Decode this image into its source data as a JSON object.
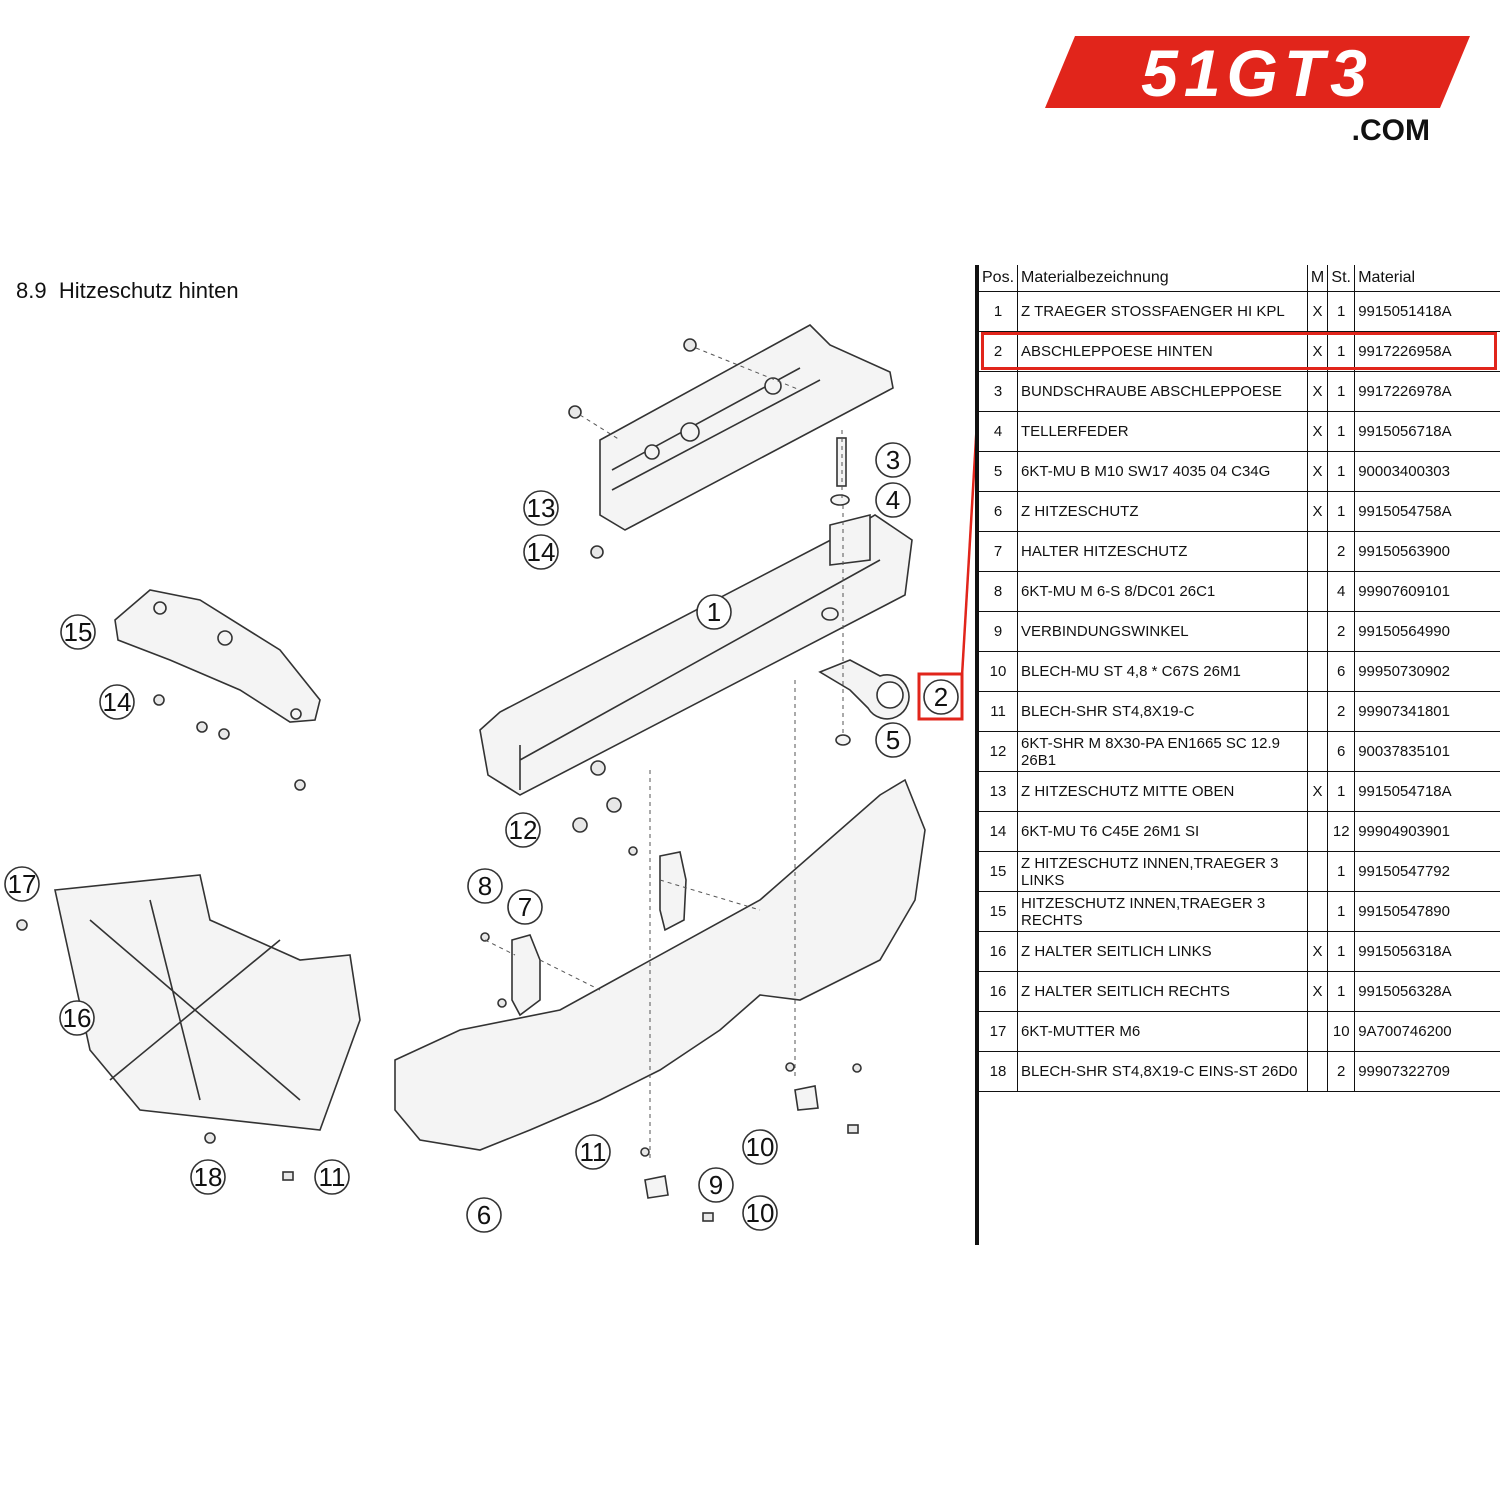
{
  "logo": {
    "text": "51GT3",
    "suffix": ".COM",
    "color": "#e1251b"
  },
  "section": {
    "number": "8.9",
    "title": "Hitzeschutz hinten"
  },
  "table": {
    "headers": {
      "pos": "Pos.",
      "desc": "Materialbezeichnung",
      "m": "M",
      "st": "St.",
      "mat": "Material"
    },
    "rows": [
      {
        "pos": "1",
        "desc": "Z TRAEGER STOSSFAENGER HI KPL",
        "m": "X",
        "st": "1",
        "mat": "9915051418A"
      },
      {
        "pos": "2",
        "desc": "ABSCHLEPPOESE HINTEN",
        "m": "X",
        "st": "1",
        "mat": "9917226958A"
      },
      {
        "pos": "3",
        "desc": "BUNDSCHRAUBE ABSCHLEPPOESE",
        "m": "X",
        "st": "1",
        "mat": "9917226978A"
      },
      {
        "pos": "4",
        "desc": "TELLERFEDER",
        "m": "X",
        "st": "1",
        "mat": "9915056718A"
      },
      {
        "pos": "5",
        "desc": "6KT-MU B M10 SW17 4035 04 C34G",
        "m": "X",
        "st": "1",
        "mat": "90003400303"
      },
      {
        "pos": "6",
        "desc": "Z HITZESCHUTZ",
        "m": "X",
        "st": "1",
        "mat": "9915054758A"
      },
      {
        "pos": "7",
        "desc": "HALTER HITZESCHUTZ",
        "m": "",
        "st": "2",
        "mat": "99150563900"
      },
      {
        "pos": "8",
        "desc": "6KT-MU M 6-S 8/DC01 26C1",
        "m": "",
        "st": "4",
        "mat": "99907609101"
      },
      {
        "pos": "9",
        "desc": "VERBINDUNGSWINKEL",
        "m": "",
        "st": "2",
        "mat": "99150564990"
      },
      {
        "pos": "10",
        "desc": "BLECH-MU ST 4,8 * C67S 26M1",
        "m": "",
        "st": "6",
        "mat": "99950730902"
      },
      {
        "pos": "11",
        "desc": "BLECH-SHR ST4,8X19-C",
        "m": "",
        "st": "2",
        "mat": "99907341801"
      },
      {
        "pos": "12",
        "desc": "6KT-SHR M 8X30-PA EN1665 SC 12.9 26B1",
        "m": "",
        "st": "6",
        "mat": "90037835101"
      },
      {
        "pos": "13",
        "desc": "Z HITZESCHUTZ MITTE OBEN",
        "m": "X",
        "st": "1",
        "mat": "9915054718A"
      },
      {
        "pos": "14",
        "desc": "6KT-MU T6 C45E 26M1 SI",
        "m": "",
        "st": "12",
        "mat": "99904903901"
      },
      {
        "pos": "15",
        "desc": "Z HITZESCHUTZ INNEN,TRAEGER 3 LINKS",
        "m": "",
        "st": "1",
        "mat": "99150547792"
      },
      {
        "pos": "15",
        "desc": "HITZESCHUTZ INNEN,TRAEGER 3 RECHTS",
        "m": "",
        "st": "1",
        "mat": "99150547890"
      },
      {
        "pos": "16",
        "desc": "Z HALTER SEITLICH LINKS",
        "m": "X",
        "st": "1",
        "mat": "9915056318A"
      },
      {
        "pos": "16",
        "desc": "Z HALTER SEITLICH RECHTS",
        "m": "X",
        "st": "1",
        "mat": "9915056328A"
      },
      {
        "pos": "17",
        "desc": "6KT-MUTTER M6",
        "m": "",
        "st": "10",
        "mat": "9A700746200"
      },
      {
        "pos": "18",
        "desc": "BLECH-SHR ST4,8X19-C EINS-ST 26D0",
        "m": "",
        "st": "2",
        "mat": "99907322709"
      }
    ]
  },
  "callouts": [
    "1",
    "2",
    "3",
    "4",
    "5",
    "6",
    "7",
    "8",
    "9",
    "10",
    "10",
    "11",
    "11",
    "12",
    "13",
    "14",
    "14",
    "15",
    "16",
    "17",
    "18"
  ],
  "highlight_color": "#e1251b"
}
